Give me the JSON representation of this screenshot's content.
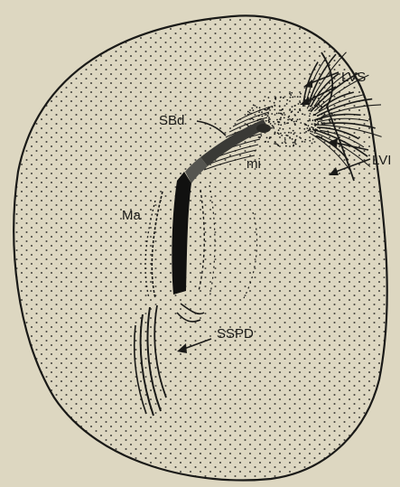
{
  "figure": {
    "labels": {
      "lvs": "LVS",
      "lvi": "LVI",
      "sbd": "SBd",
      "mi": "mi",
      "ma": "Ma",
      "sspd": "SSPD"
    },
    "colors": {
      "background": "#ddd7c1",
      "ink": "#1a1a18"
    }
  }
}
